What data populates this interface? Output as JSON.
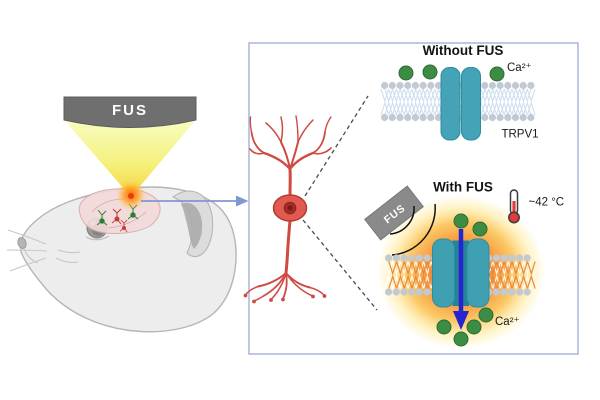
{
  "colors": {
    "panel_border": "#a9b6d9",
    "ion_green": "#3c8c43",
    "ion_green_edge": "#2d6b34",
    "channel_teal": "#44a3b6",
    "channel_edge": "#2f8ba0",
    "channel_pore": "#26839a",
    "heat_orange": "#f2681d",
    "influx_arrow_blue": "#2424d0",
    "neuron_red": "#cf4a42",
    "zoom_arrow_blue": "#7d99d1",
    "cone_yellow": "#f4ca1e",
    "transducer_gray": "#6f6f6f"
  },
  "left_scene": {
    "transducer_label": "FUS"
  },
  "panel": {
    "without_fus": {
      "title": "Without FUS",
      "calcium_label": "Ca²⁺",
      "channel_label": "TRPV1"
    },
    "with_fus": {
      "title": "With FUS",
      "transducer_label": "FUS",
      "temperature_label": "~42 °C",
      "calcium_label": "Ca²⁺"
    }
  }
}
